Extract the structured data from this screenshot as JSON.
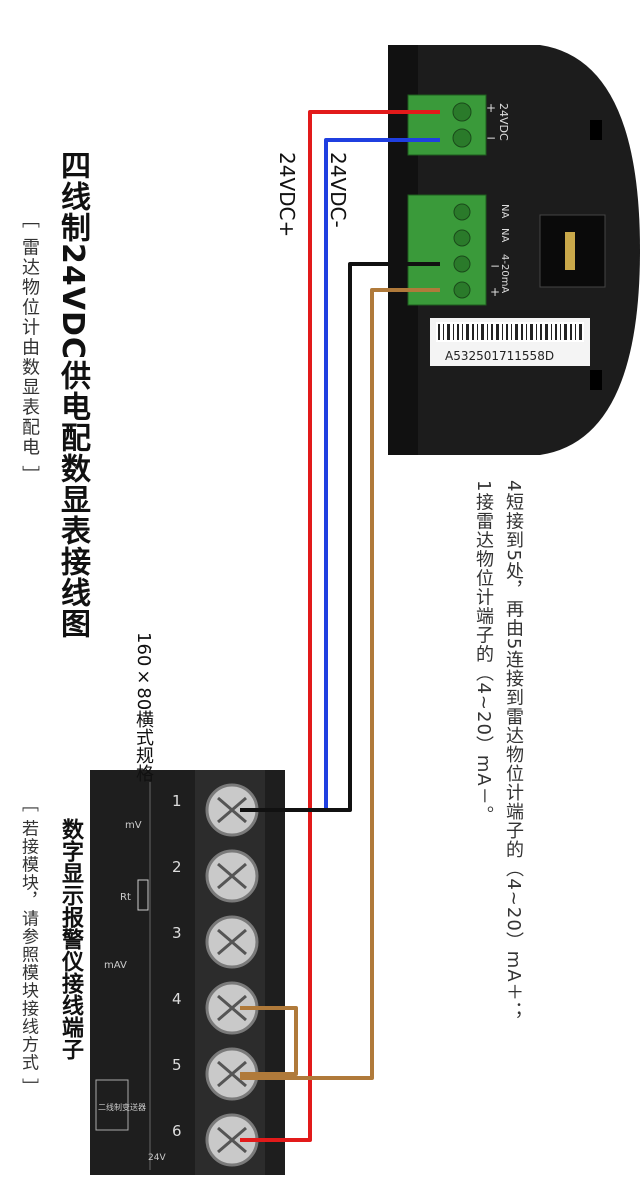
{
  "title": "四线制24VDC供电配数显表接线图",
  "subtitle": "［ 雷达物位计由数显表配电 ］",
  "wire_labels": {
    "positive": "24VDC+",
    "negative": "24VDC-"
  },
  "notes": [
    "4短接到5处，再由5连接到雷达物位计端子的（4~20）mA＋；",
    "1接雷达物位计端子的（4~20）mA－。"
  ],
  "spec_label": "160×80横式规格",
  "terminal_title": "数字显示报警仪接线端子",
  "terminal_note": "［ 若接模块，请参照模块接线方式 ］",
  "device": {
    "power_label": "24VDC",
    "power_signs": [
      "+",
      "−"
    ],
    "signal_labels": [
      "NA",
      "NA",
      "4-20mA"
    ],
    "signal_signs": [
      "−",
      "+"
    ],
    "serial": "A532501711558D"
  },
  "terminal_block": {
    "numbers": [
      "1",
      "2",
      "3",
      "4",
      "5",
      "6"
    ],
    "schematic_labels": {
      "mv": "mV",
      "rt": "Rt",
      "v": "V",
      "ma": "mA",
      "transmitter": "二线制变送器",
      "v24": "24V"
    }
  },
  "colors": {
    "red": "#e21a1a",
    "blue": "#1f3fe0",
    "black": "#111111",
    "brown": "#b07a3a",
    "green": "#3a9a3a"
  }
}
